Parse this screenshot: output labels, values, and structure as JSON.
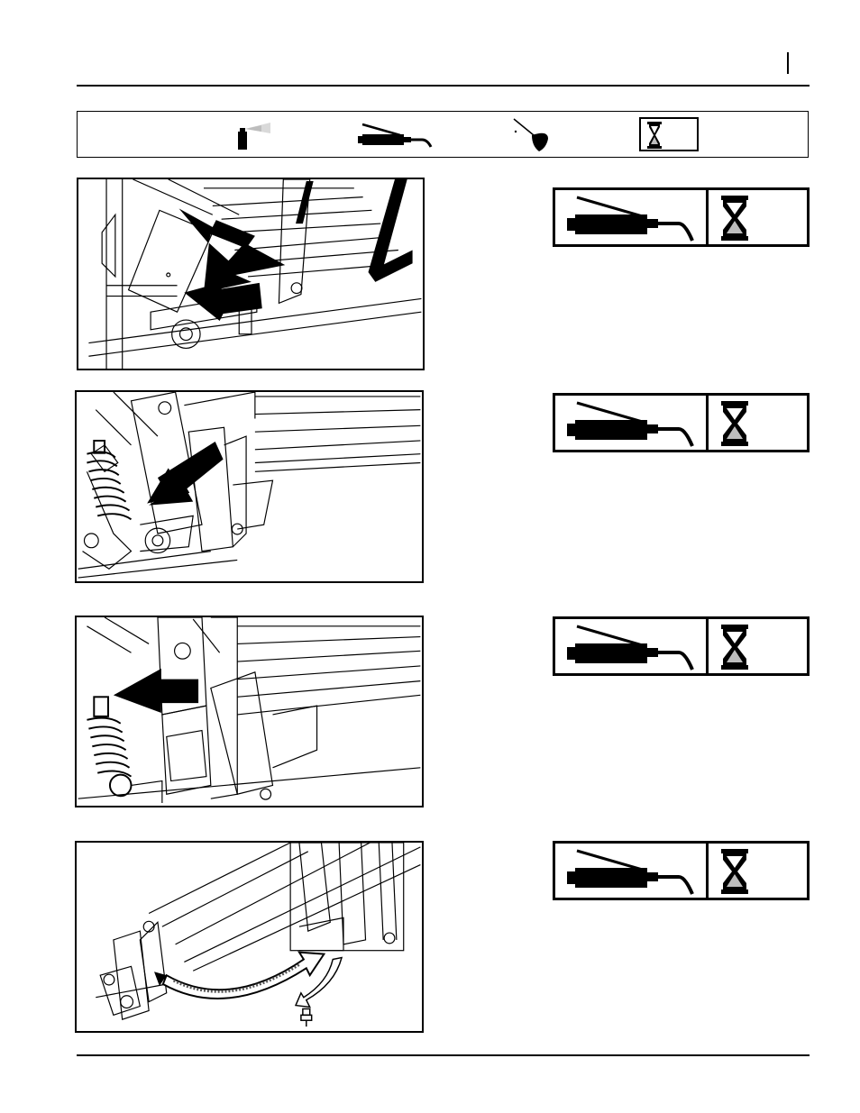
{
  "header": {},
  "legend": {
    "icons": [
      {
        "name": "spray-lubricant-icon"
      },
      {
        "name": "grease-gun-icon"
      },
      {
        "name": "oil-can-icon"
      },
      {
        "name": "hourglass-interval-icon"
      }
    ]
  },
  "figures": [
    {
      "name": "figure-1",
      "icon": "grease-gun-icon",
      "interval_icon": "hourglass-icon"
    },
    {
      "name": "figure-2",
      "icon": "grease-gun-icon",
      "interval_icon": "hourglass-icon"
    },
    {
      "name": "figure-3",
      "icon": "grease-gun-icon",
      "interval_icon": "hourglass-icon"
    },
    {
      "name": "figure-4",
      "icon": "grease-gun-icon",
      "interval_icon": "hourglass-icon"
    }
  ],
  "colors": {
    "ink": "#000000",
    "sand": "#bdbdbd",
    "paper": "#ffffff"
  }
}
